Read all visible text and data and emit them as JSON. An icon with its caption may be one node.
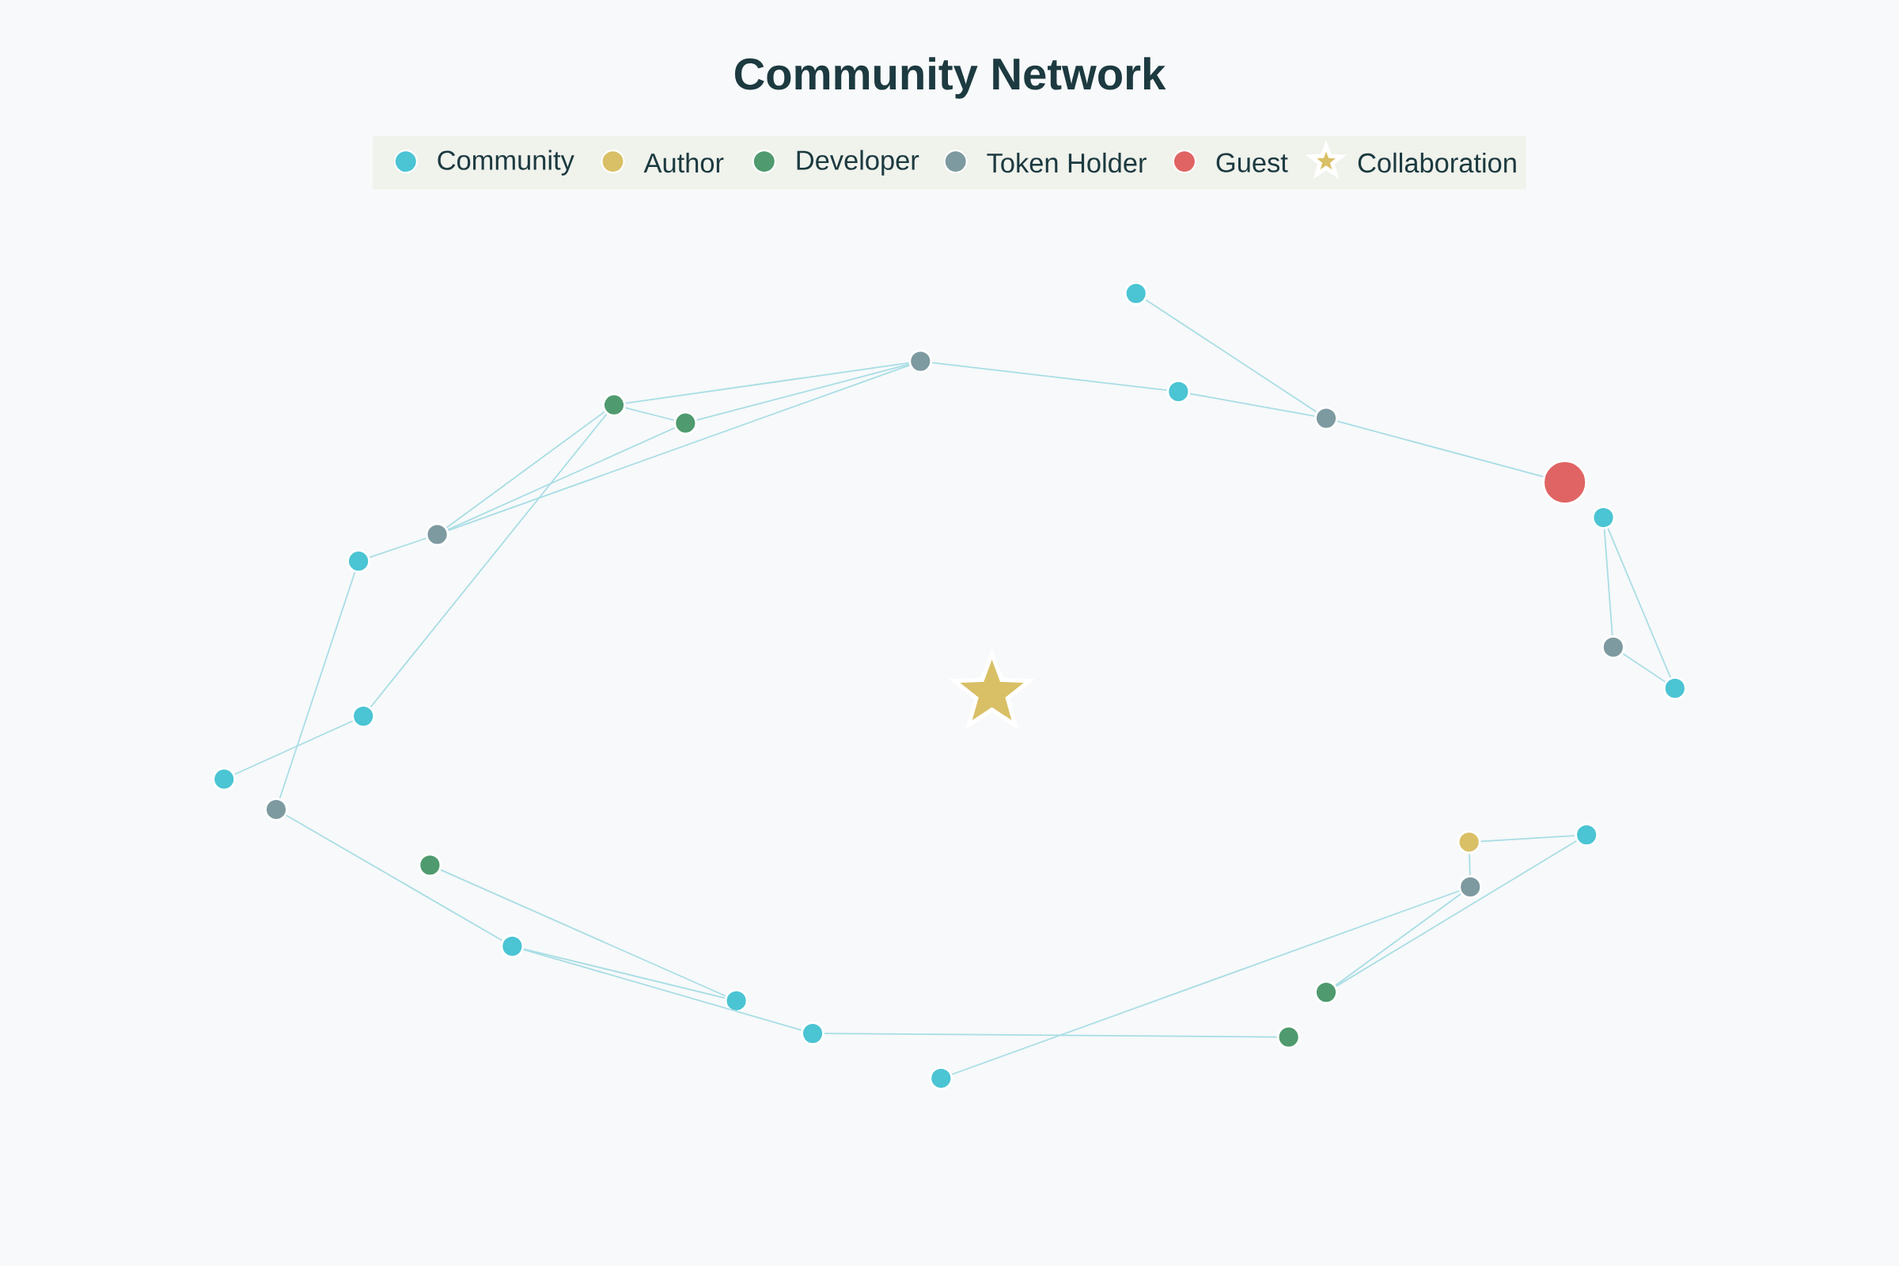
{
  "diagram": {
    "title": "Community Network",
    "nodes": [
      {
        "text": [],
        "shape": "circle"
      },
      {
        "text": [],
        "shape": "circle"
      },
      {
        "text": [],
        "shape": "circle"
      },
      {
        "text": [],
        "shape": "circle"
      },
      {
        "text": [],
        "shape": "circle"
      },
      {
        "text": [],
        "shape": "circle"
      },
      {
        "text": [],
        "shape": "circle"
      },
      {
        "text": [],
        "shape": "circle"
      },
      {
        "text": [],
        "shape": "circle"
      },
      {
        "text": [],
        "shape": "circle"
      },
      {
        "text": [],
        "shape": "circle"
      },
      {
        "text": [],
        "shape": "star"
      },
      {
        "text": [],
        "shape": "circle"
      },
      {
        "text": [],
        "shape": "circle"
      },
      {
        "text": [],
        "shape": "circle"
      },
      {
        "text": [],
        "shape": "circle"
      },
      {
        "text": [],
        "shape": "circle"
      },
      {
        "text": [],
        "shape": "circle"
      },
      {
        "text": [],
        "shape": "circle"
      },
      {
        "text": [],
        "shape": "circle"
      },
      {
        "text": [],
        "shape": "circle"
      },
      {
        "text": [],
        "shape": "circle"
      },
      {
        "text": [],
        "shape": "circle"
      },
      {
        "text": [],
        "shape": "circle"
      },
      {
        "text": [],
        "shape": "circle"
      },
      {
        "text": [],
        "shape": "circle"
      }
    ],
    "edges": [
      {
        "from": 0,
        "to": 4,
        "arrow": "none"
      },
      {
        "from": 1,
        "to": 2,
        "arrow": "none"
      },
      {
        "from": 2,
        "to": 4,
        "arrow": "none"
      },
      {
        "from": 4,
        "to": 6,
        "arrow": "none"
      },
      {
        "from": 1,
        "to": 3,
        "arrow": "none"
      },
      {
        "from": 1,
        "to": 5,
        "arrow": "none"
      },
      {
        "from": 1,
        "to": 8,
        "arrow": "none"
      },
      {
        "from": 3,
        "to": 5,
        "arrow": "none"
      },
      {
        "from": 3,
        "to": 8,
        "arrow": "none"
      },
      {
        "from": 3,
        "to": 13,
        "arrow": "none"
      },
      {
        "from": 5,
        "to": 8,
        "arrow": "none"
      },
      {
        "from": 8,
        "to": 9,
        "arrow": "none"
      },
      {
        "from": 9,
        "to": 15,
        "arrow": "none"
      },
      {
        "from": 13,
        "to": 14,
        "arrow": "none"
      },
      {
        "from": 7,
        "to": 10,
        "arrow": "none"
      },
      {
        "from": 7,
        "to": 12,
        "arrow": "none"
      },
      {
        "from": 10,
        "to": 12,
        "arrow": "none"
      },
      {
        "from": 15,
        "to": 20,
        "arrow": "none"
      },
      {
        "from": 20,
        "to": 21,
        "arrow": "none"
      },
      {
        "from": 20,
        "to": 23,
        "arrow": "none"
      },
      {
        "from": 18,
        "to": 21,
        "arrow": "none"
      },
      {
        "from": 23,
        "to": 24,
        "arrow": "none"
      },
      {
        "from": 17,
        "to": 16,
        "arrow": "none"
      },
      {
        "from": 17,
        "to": 19,
        "arrow": "none"
      },
      {
        "from": 19,
        "to": 25,
        "arrow": "none"
      },
      {
        "from": 19,
        "to": 22,
        "arrow": "none"
      },
      {
        "from": 16,
        "to": 22,
        "arrow": "none"
      }
    ],
    "legend": [
      {
        "text": "Community",
        "color": "#4bc4d3"
      },
      {
        "text": "Author",
        "color": "#d9c066"
      },
      {
        "text": "Developer",
        "color": "#4f9a6e"
      },
      {
        "text": "Token Holder",
        "color": "#7d9aa0"
      },
      {
        "text": "Guest",
        "color": "#e06464"
      },
      {
        "text": "Collaboration"
      }
    ]
  }
}
